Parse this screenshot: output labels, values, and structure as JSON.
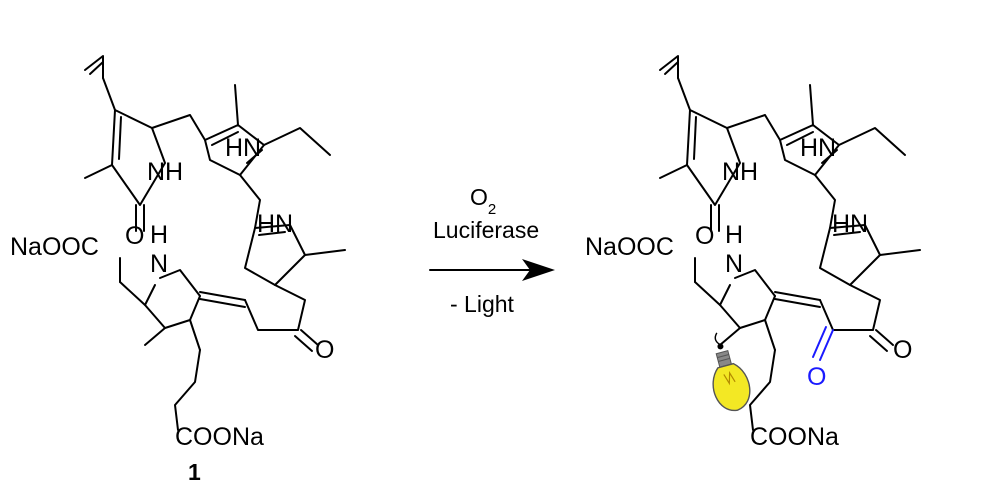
{
  "atoms": {
    "nh": "NH",
    "hn": "HN",
    "n": "N",
    "h": "H",
    "o": "O",
    "na_carboxylate": "NaOOC",
    "carboxylate_na": "COONa"
  },
  "compound_number": "1",
  "reaction": {
    "reagent_o": "O",
    "reagent_sub": "2",
    "enzyme": "Luciferase",
    "byproduct": "- Light"
  },
  "colors": {
    "bond": "#000000",
    "new_ketone": "#1a1aff",
    "bulb_fill": "#f3e824",
    "bulb_outline": "#555555"
  },
  "icons": {
    "light": "light-bulb-icon"
  }
}
